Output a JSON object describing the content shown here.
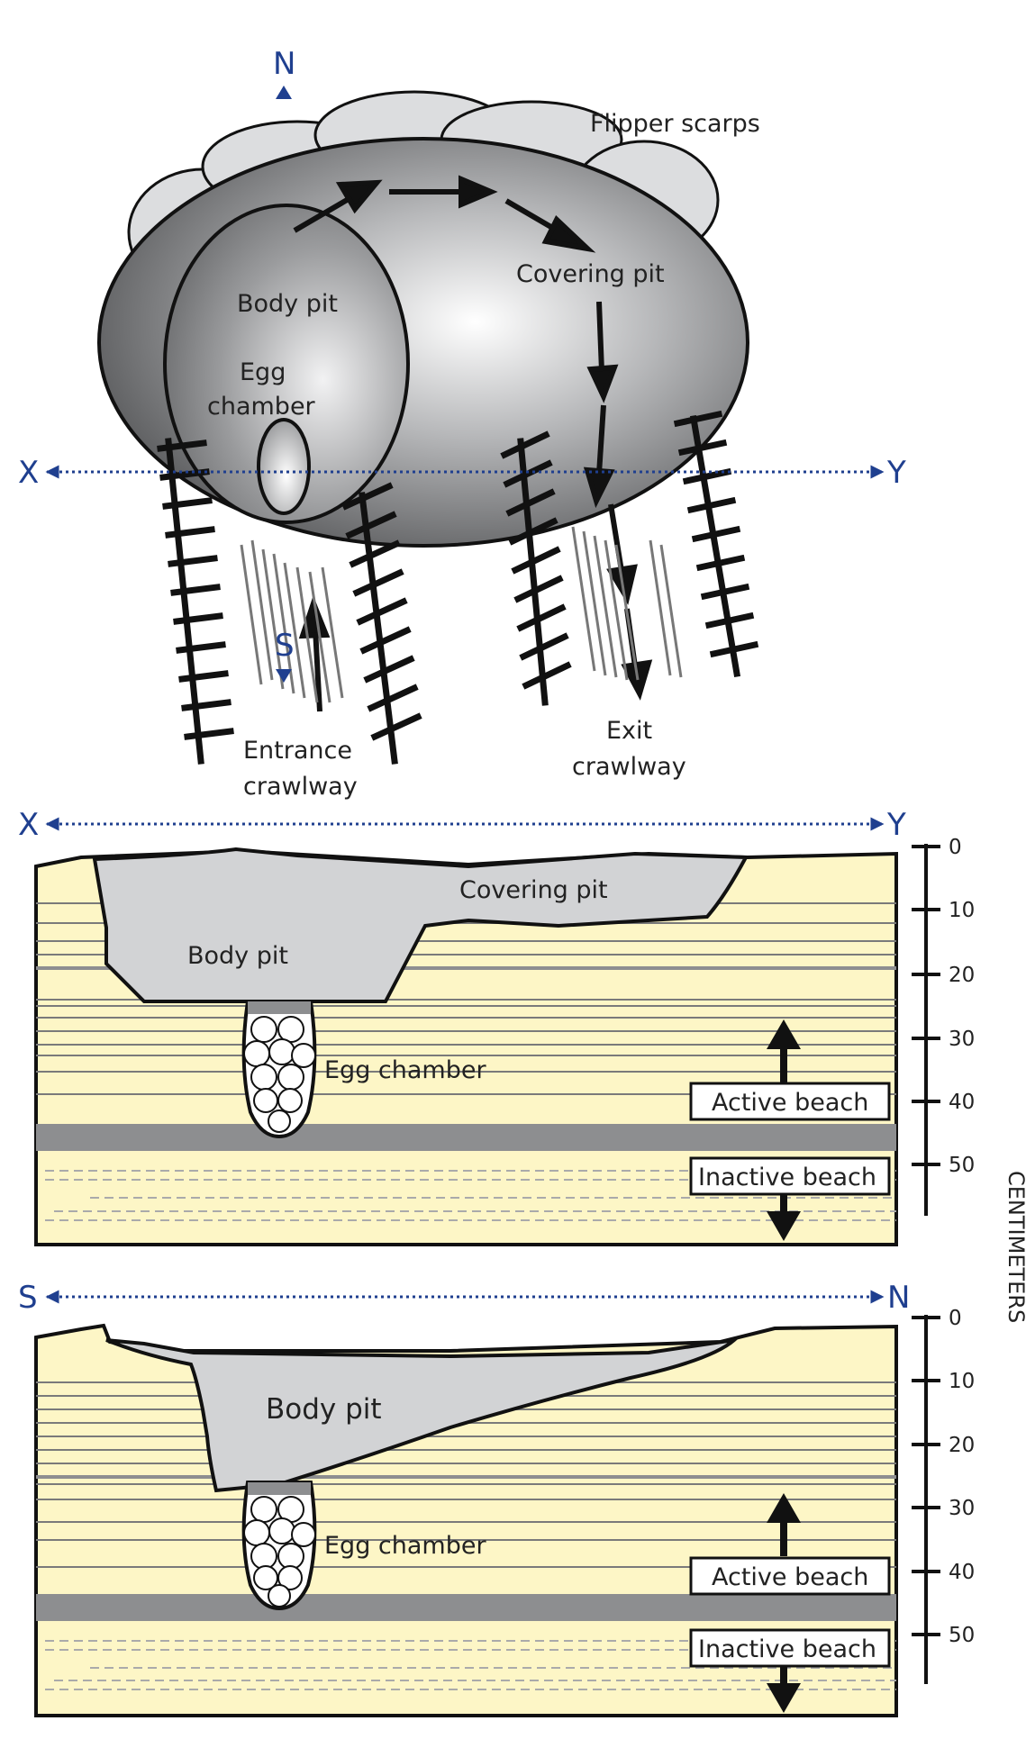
{
  "compass": {
    "north": "N",
    "south": "S"
  },
  "plan_view": {
    "axis_left": "X",
    "axis_right": "Y",
    "labels": {
      "flipper_scarps": "Flipper scarps",
      "body_pit": "Body pit",
      "egg_chamber_line1": "Egg",
      "egg_chamber_line2": "chamber",
      "covering_pit": "Covering pit",
      "entrance_line1": "Entrance",
      "entrance_line2": "crawlway",
      "exit_line1": "Exit",
      "exit_line2": "crawlway"
    }
  },
  "section_xy": {
    "axis_left": "X",
    "axis_right": "Y",
    "labels": {
      "covering_pit": "Covering pit",
      "body_pit": "Body pit",
      "egg_chamber": "Egg chamber",
      "active_beach": "Active beach",
      "inactive_beach": "Inactive beach"
    },
    "depth_ticks": [
      "0",
      "10",
      "20",
      "30",
      "40",
      "50"
    ]
  },
  "section_sn": {
    "axis_left": "S",
    "axis_right": "N",
    "labels": {
      "body_pit": "Body pit",
      "egg_chamber": "Egg chamber",
      "active_beach": "Active beach",
      "inactive_beach": "Inactive beach"
    },
    "depth_ticks": [
      "0",
      "10",
      "20",
      "30",
      "40",
      "50"
    ]
  },
  "depth_unit": "CENTIMETERS",
  "colors": {
    "sand": "#fdf6c6",
    "pit_fill": "#d2d3d5",
    "dark_layer": "#8d8e90",
    "axis_blue": "#1f3f8f",
    "outline": "#111111"
  }
}
